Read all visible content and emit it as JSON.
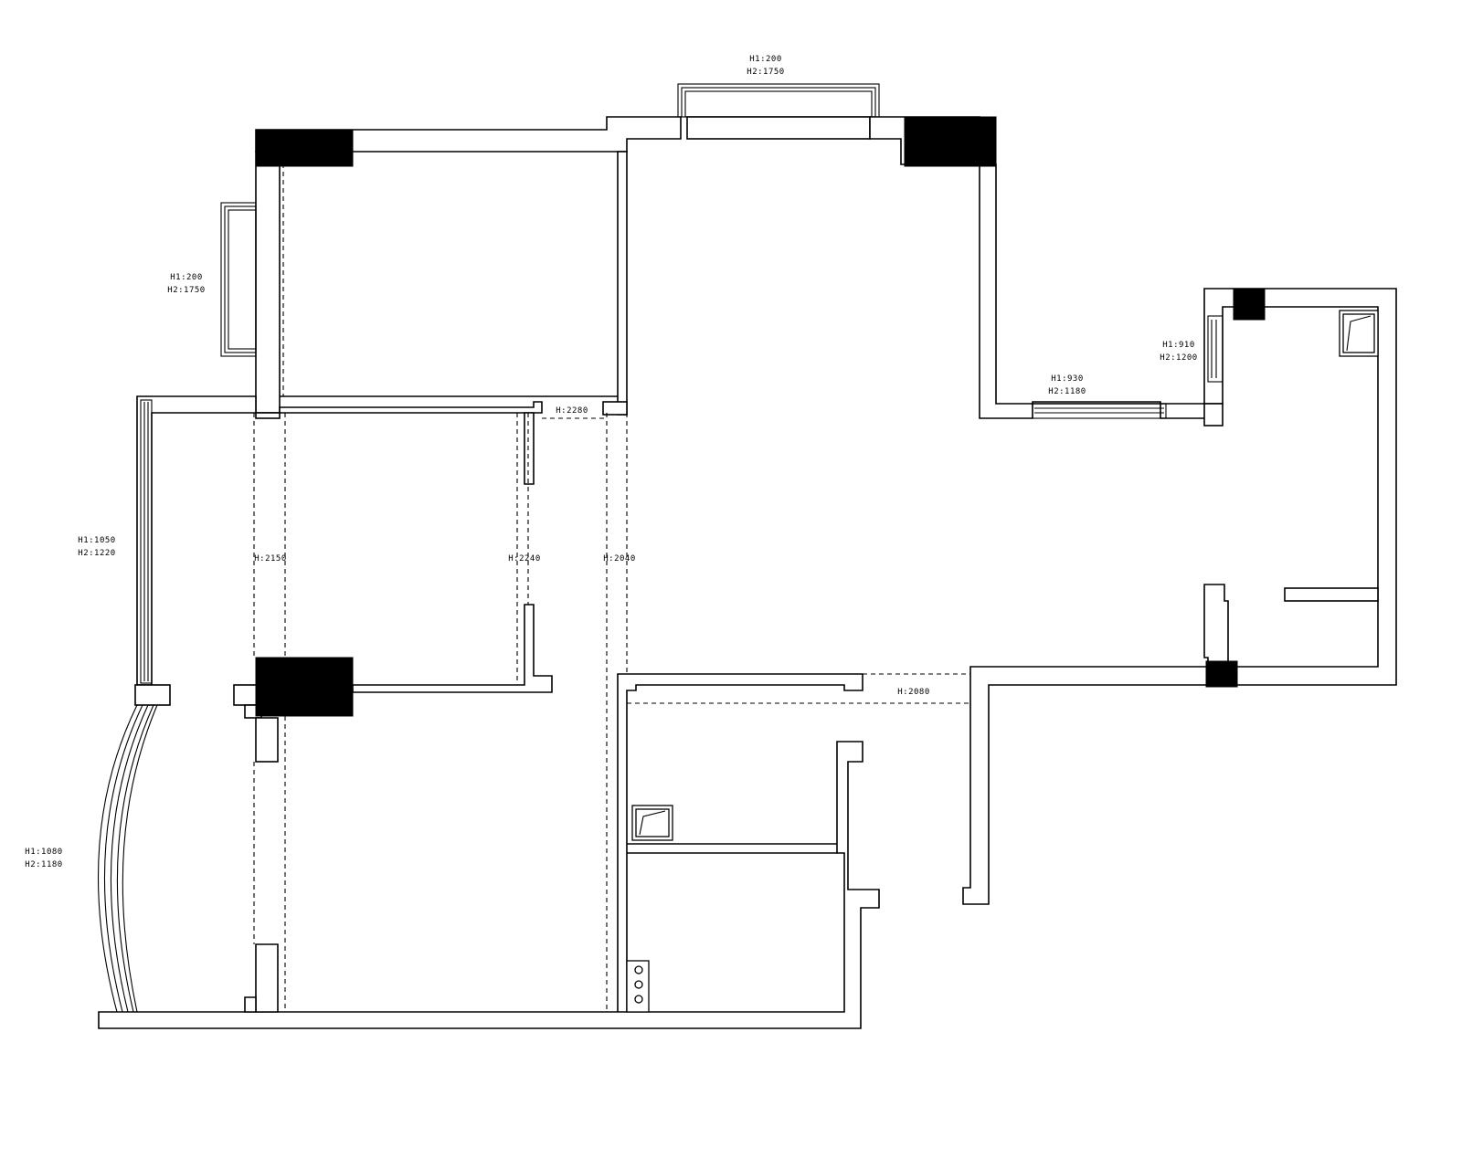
{
  "drawing": {
    "background": "#ffffff",
    "line_color": "#000000"
  },
  "labels": {
    "top_window_h1": "H1:200",
    "top_window_h2": "H2:1750",
    "left_upper_window_h1": "H1:200",
    "left_upper_window_h2": "H2:1750",
    "left_mid_window_h1": "H1:1050",
    "left_mid_window_h2": "H2:1220",
    "left_arc_window_h1": "H1:1080",
    "left_arc_window_h2": "H2:1180",
    "right_window_v_h1": "H1:910",
    "right_window_v_h2": "H2:1200",
    "right_window_h_h1": "H1:930",
    "right_window_h_h2": "H2:1180",
    "beam_corridor_top": "H:2280",
    "beam_left": "H:2150",
    "beam_mid": "H:2240",
    "beam_right": "H:2040",
    "beam_lower_right": "H:2080"
  }
}
